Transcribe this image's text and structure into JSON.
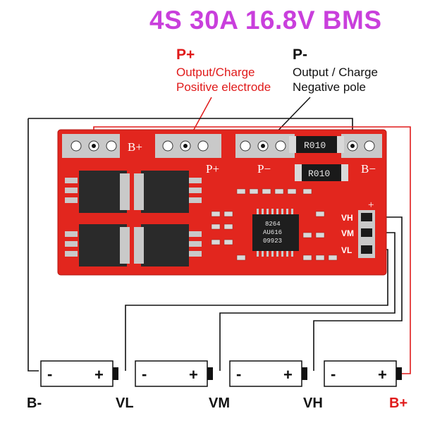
{
  "title": "4S 30A 16.8V BMS",
  "p_plus": {
    "label": "P+",
    "line1": "Output/Charge",
    "line2": "Positive electrode"
  },
  "p_minus": {
    "label": "P-",
    "line1": "Output / Charge",
    "line2": "Negative pole"
  },
  "board": {
    "silk_bplus": "B+",
    "silk_pplus": "P+",
    "silk_pminus": "P−",
    "silk_bminus": "B−",
    "silk_plus": "+",
    "silk_vh": "VH",
    "silk_vm": "VM",
    "silk_vl": "VL",
    "resistor_1": "R010",
    "resistor_2": "R010",
    "ic_line1": "8264",
    "ic_line2": "AU616",
    "ic_line3": "09923"
  },
  "battery_cell": {
    "minus": "-",
    "plus": "+"
  },
  "bottom_labels": {
    "bminus": "B-",
    "vl": "VL",
    "vm": "VM",
    "vh": "VH",
    "bplus": "B+"
  },
  "colors": {
    "title": "#c93fdc",
    "accent_red": "#e01a1a",
    "pcb": "#e2261e",
    "wire": "#111111"
  }
}
